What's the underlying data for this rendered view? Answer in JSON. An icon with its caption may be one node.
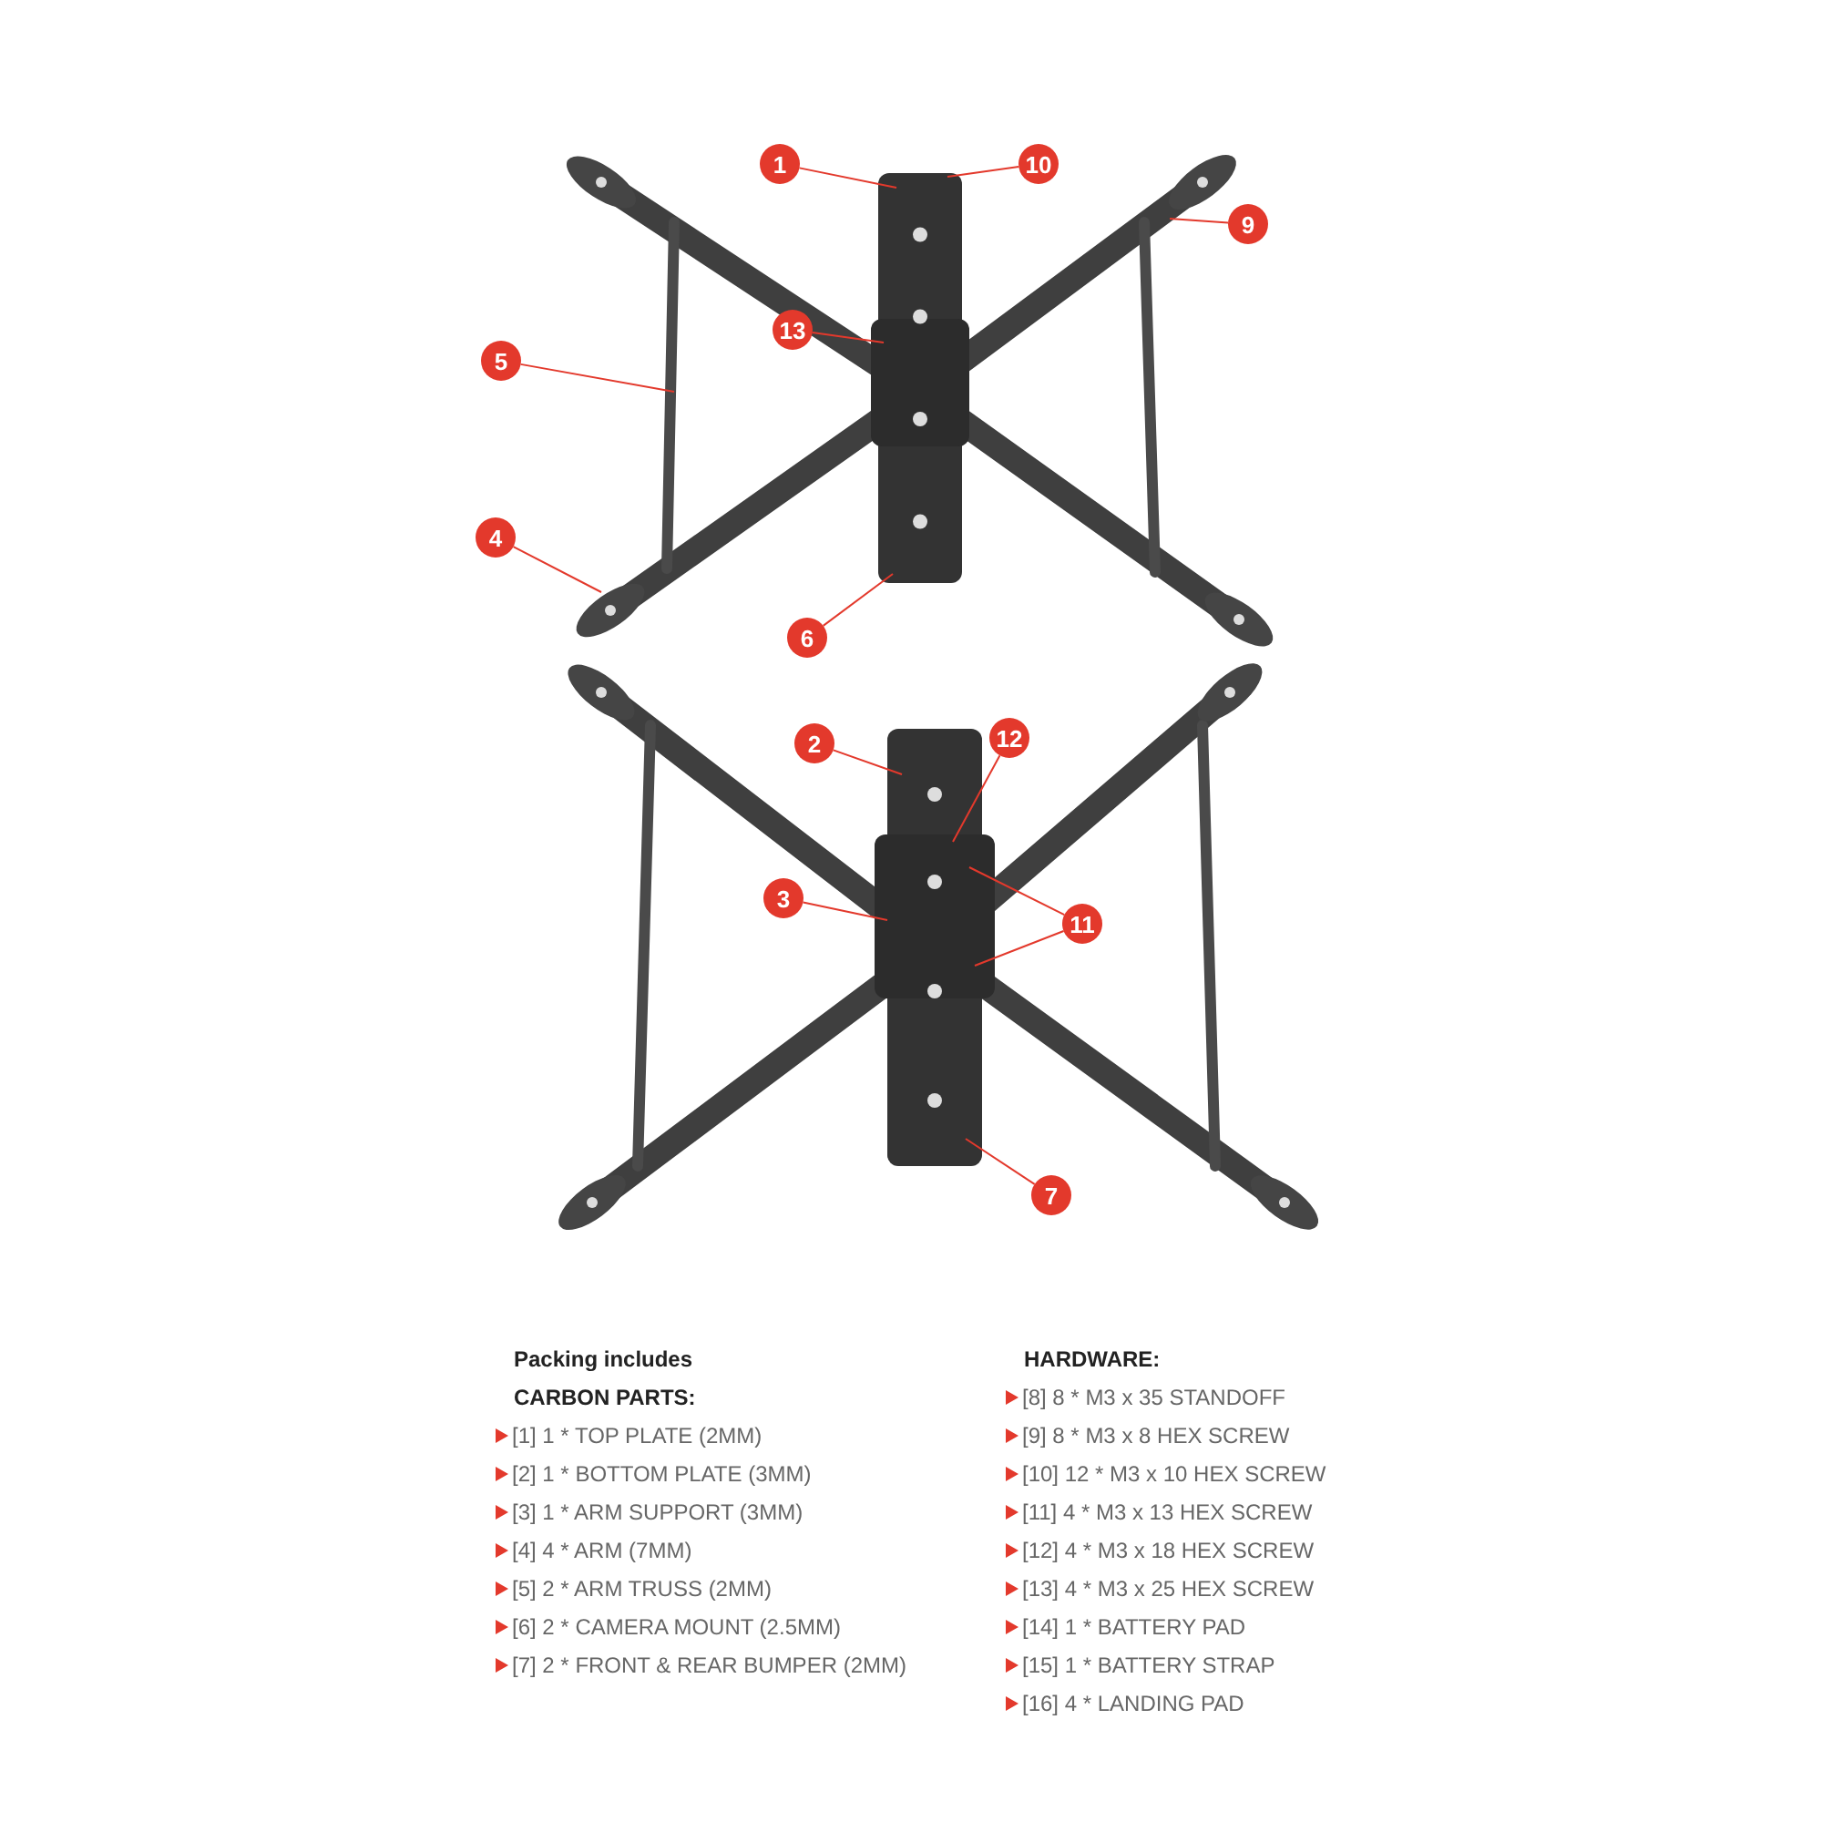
{
  "diagram": {
    "nodes": [
      {
        "text": [
          "1"
        ]
      },
      {
        "text": [
          "10"
        ]
      },
      {
        "text": [
          "9"
        ]
      },
      {
        "text": [
          "13"
        ]
      },
      {
        "text": [
          "5"
        ]
      },
      {
        "text": [
          "4"
        ]
      },
      {
        "text": [
          "6"
        ]
      },
      {
        "text": [
          "2"
        ]
      },
      {
        "text": [
          "12"
        ]
      },
      {
        "text": [
          "3"
        ]
      },
      {
        "text": [
          "11"
        ]
      },
      {
        "text": [
          "7"
        ]
      }
    ],
    "edges": [
      {
        "from": 0,
        "to": null,
        "arrow": "none"
      },
      {
        "from": 1,
        "to": null,
        "arrow": "none"
      },
      {
        "from": 2,
        "to": null,
        "arrow": "none"
      },
      {
        "from": 3,
        "to": null,
        "arrow": "none"
      },
      {
        "from": 4,
        "to": null,
        "arrow": "none"
      },
      {
        "from": 5,
        "to": null,
        "arrow": "none"
      },
      {
        "from": 6,
        "to": null,
        "arrow": "none"
      },
      {
        "from": 7,
        "to": null,
        "arrow": "none"
      },
      {
        "from": 8,
        "to": null,
        "arrow": "none"
      },
      {
        "from": 9,
        "to": null,
        "arrow": "none"
      },
      {
        "from": 10,
        "to": null,
        "arrow": "none"
      },
      {
        "from": 10,
        "to": null,
        "arrow": "none"
      },
      {
        "from": 11,
        "to": null,
        "arrow": "none"
      }
    ],
    "labels": [
      "Packing includes",
      "CARBON PARTS:",
      "[1] 1 * TOP PLATE (2MM)",
      "[2] 1 * BOTTOM PLATE (3MM)",
      "[3] 1 * ARM SUPPORT (3MM)",
      "[4] 4 * ARM (7MM)",
      "[5] 2 * ARM TRUSS (2MM)",
      "[6] 2 * CAMERA MOUNT (2.5MM)",
      "[7] 2 * FRONT & REAR BUMPER (2MM)",
      "HARDWARE:",
      "[8] 8 * M3 x 35 STANDOFF",
      "[9] 8 * M3 x 8 HEX SCREW",
      "[10] 12 * M3 x 10 HEX SCREW",
      "[11] 4 * M3 x 13 HEX SCREW",
      "[12] 4 * M3 x 18 HEX SCREW",
      "[13] 4 * M3 x 25 HEX SCREW",
      "[14] 1 * BATTERY PAD",
      "[15] 1 * BATTERY STRAP",
      "[16] 4 * LANDING PAD"
    ]
  }
}
